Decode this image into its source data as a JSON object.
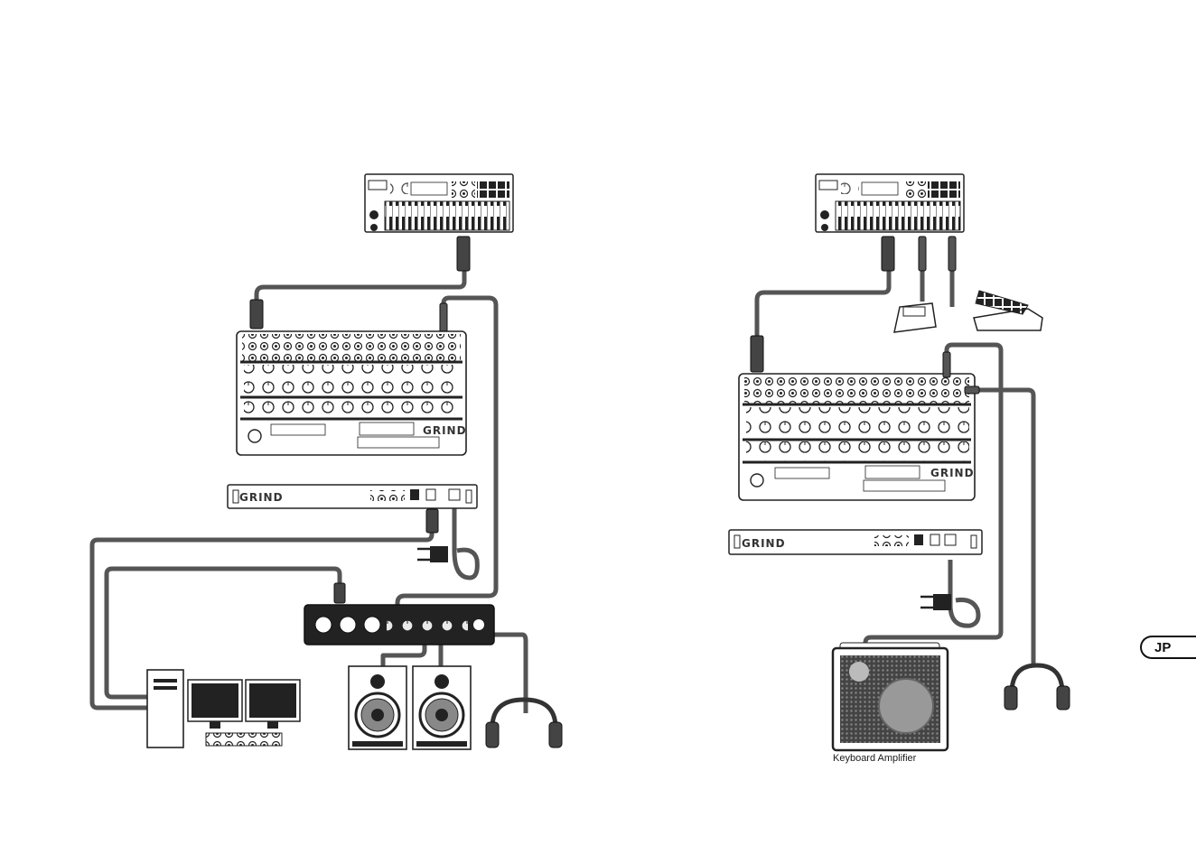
{
  "left_setup": {
    "synth_logo": "GRIND",
    "rack_logo": "GRIND"
  },
  "right_setup": {
    "synth_logo": "GRIND",
    "rack_logo": "GRIND",
    "amp_label": "Keyboard Amplifier"
  },
  "page": {
    "language_badge": "JP"
  }
}
